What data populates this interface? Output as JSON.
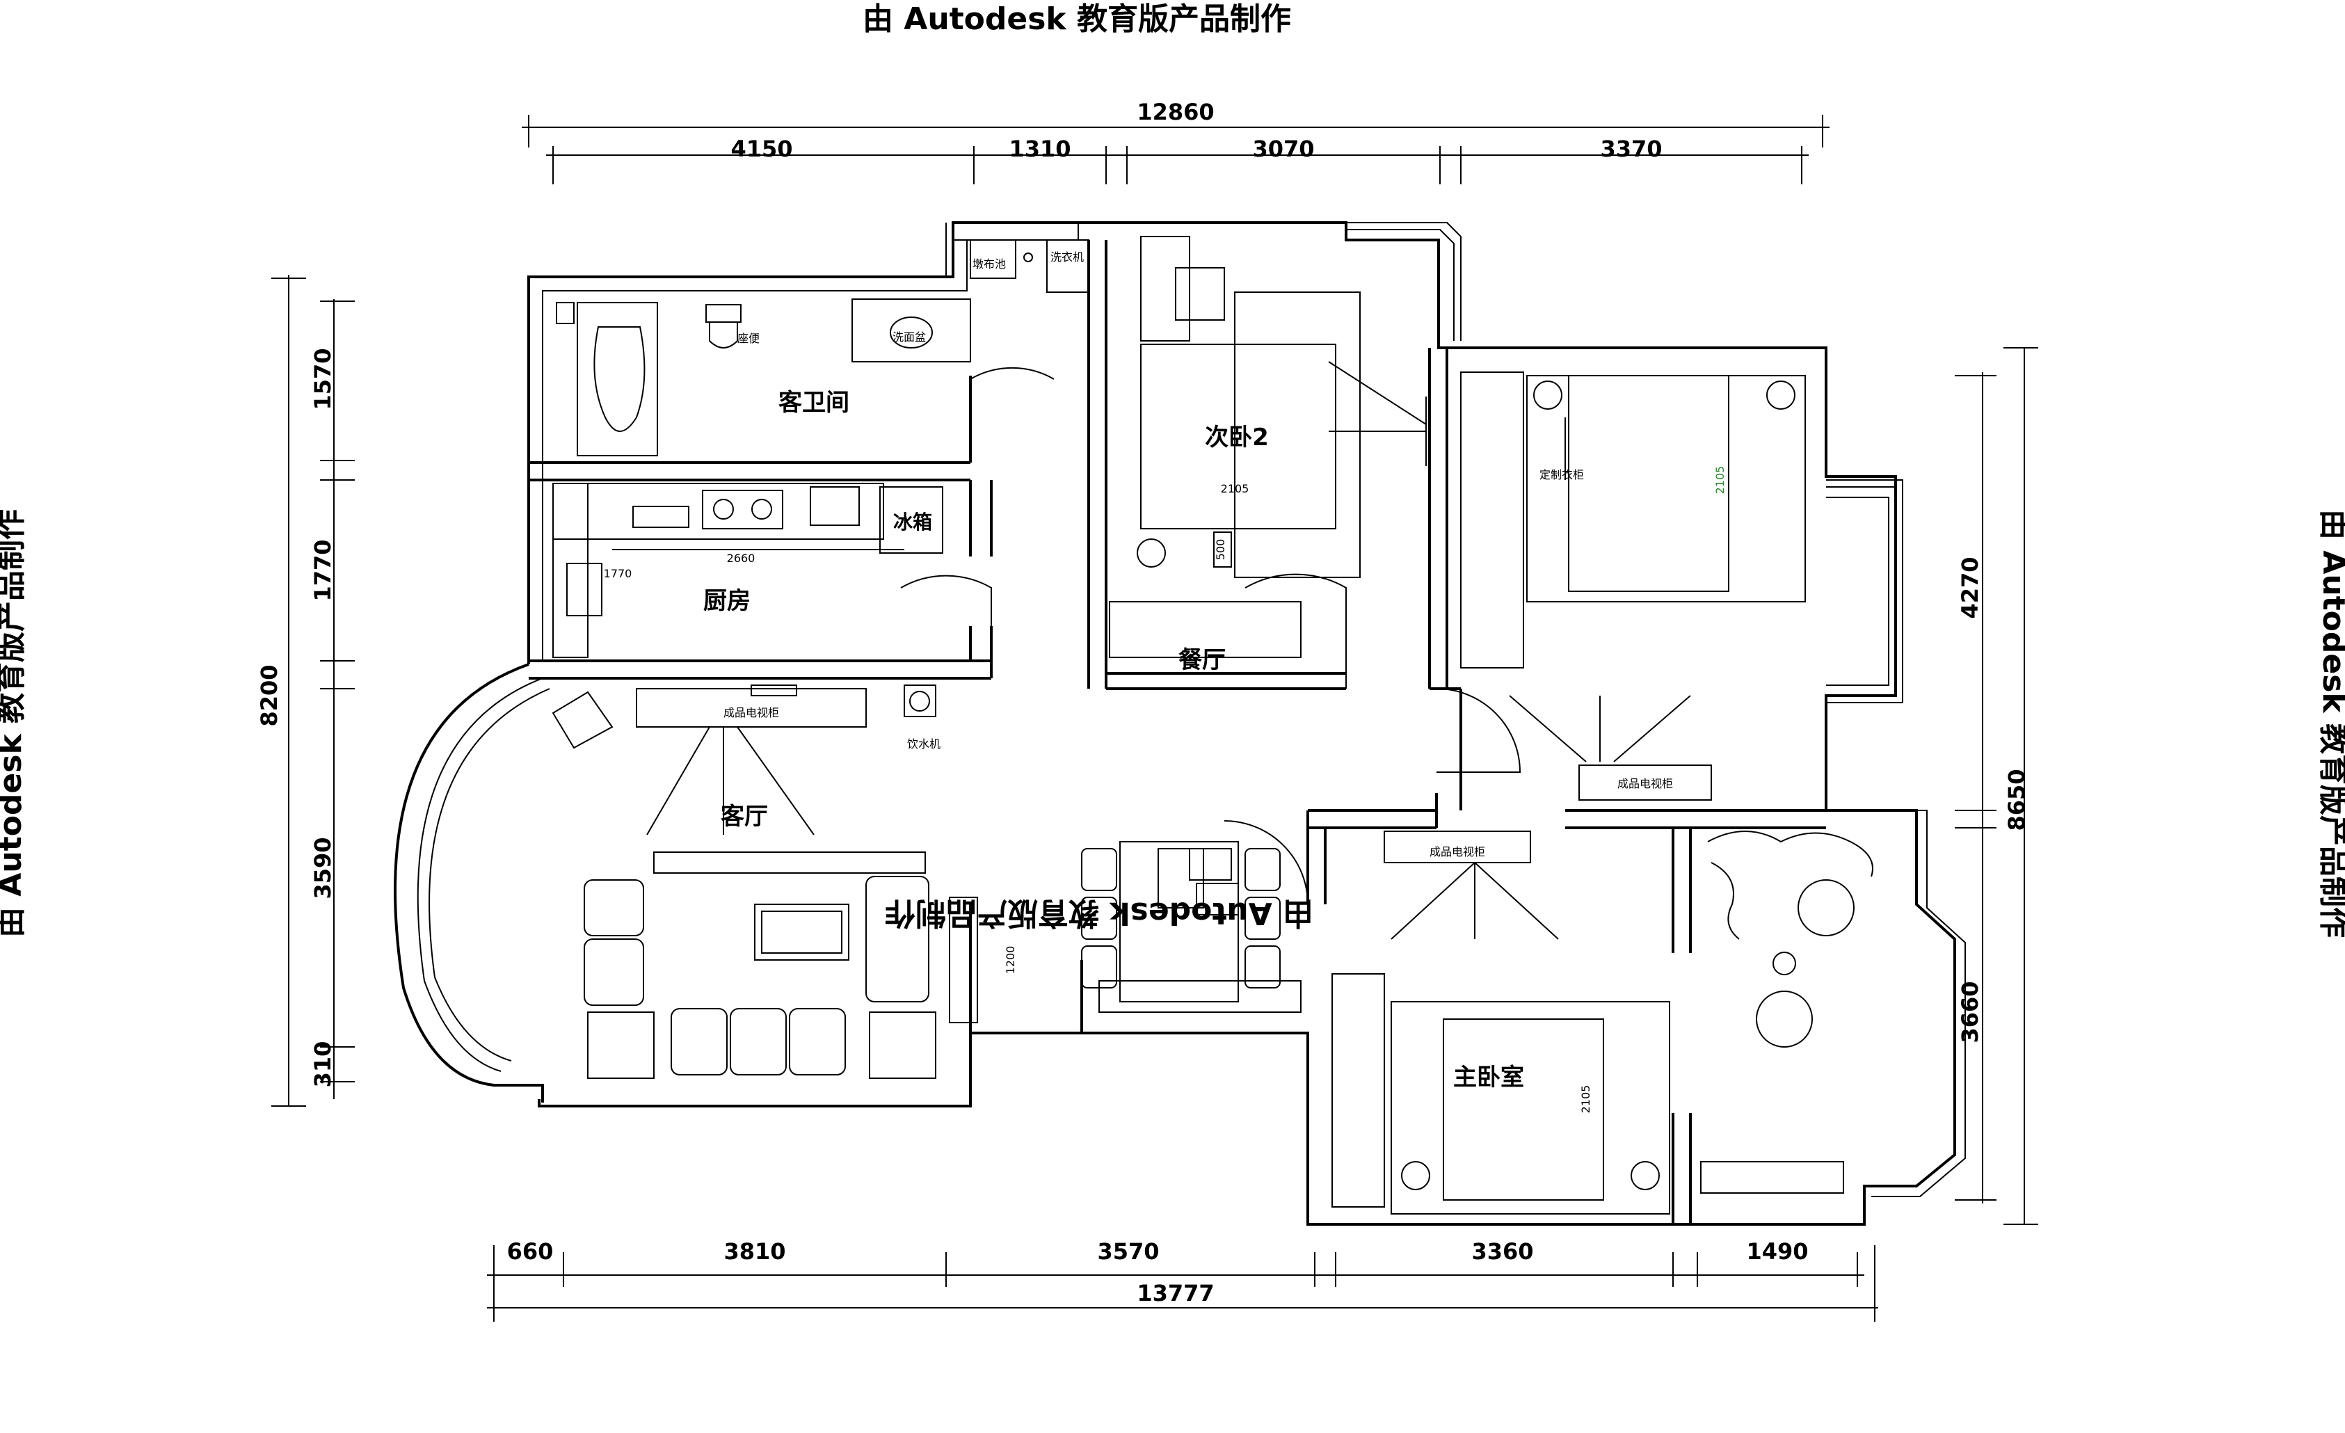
{
  "watermark": "由 Autodesk 教育版产品制作",
  "dims_top": {
    "total": "12860",
    "seg1": "4150",
    "seg2": "1310",
    "seg3": "3070",
    "seg4": "3370"
  },
  "dims_bottom": {
    "total": "13777",
    "seg1": "660",
    "seg2": "3810",
    "seg3": "3570",
    "seg4": "3360",
    "seg5": "1490"
  },
  "dims_left": {
    "total": "8200",
    "seg1": "1570",
    "seg2": "1770",
    "seg3": "3590",
    "seg4": "310"
  },
  "dims_right": {
    "total": "8650",
    "seg1": "4270",
    "seg2": "3660"
  },
  "rooms": {
    "guest_bath": "客卫间",
    "kitchen": "厨房",
    "living": "客厅",
    "dining": "餐厅",
    "bedroom2": "次卧2",
    "master": "主卧室"
  },
  "labels": {
    "mop_sink": "墩布池",
    "washer": "洗衣机",
    "toilet": "座便",
    "basin": "洗面盆",
    "fridge": "冰箱",
    "tv_cabinet_1": "成品电视柜",
    "tv_cabinet_2": "成品电视柜",
    "tv_cabinet_3": "成品电视柜",
    "water_dispenser": "饮水机",
    "custom_wardrobe": "定制衣柜",
    "kitchen_counter_dim": "2660",
    "kitchen_depth_dim": "1770",
    "bed2_width_dim": "2105",
    "bed2_gap_dim": "500",
    "master_bed_dim": "2105",
    "right_bed_dim": "2105",
    "cabinet_dim": "1200"
  }
}
